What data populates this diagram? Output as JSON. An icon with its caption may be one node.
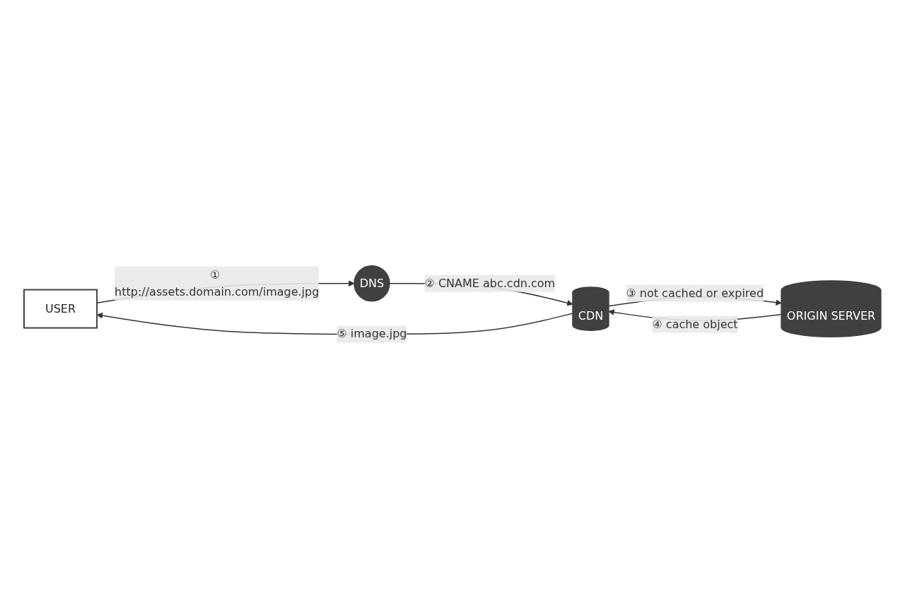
{
  "diagram": {
    "nodes": [
      {
        "text": [
          "USER"
        ]
      },
      {
        "text": [
          "ORIGIN SERVER"
        ]
      },
      {
        "text": [
          "CDN"
        ]
      },
      {
        "text": [
          "DNS"
        ]
      }
    ],
    "edges": [
      {
        "from": 0,
        "to": 3,
        "arrow": "to",
        "label": "① http://assets.domain.com/image.jpg"
      },
      {
        "from": 3,
        "to": 2,
        "arrow": "to",
        "label": "② CNAME abc.cdn.com"
      },
      {
        "from": 2,
        "to": 1,
        "arrow": "to",
        "label": "③ not cached or expired"
      },
      {
        "from": 1,
        "to": 2,
        "arrow": "to",
        "label": "④ cache object"
      },
      {
        "from": 2,
        "to": 0,
        "arrow": "to",
        "label": "⑤ image.jpg"
      }
    ]
  }
}
